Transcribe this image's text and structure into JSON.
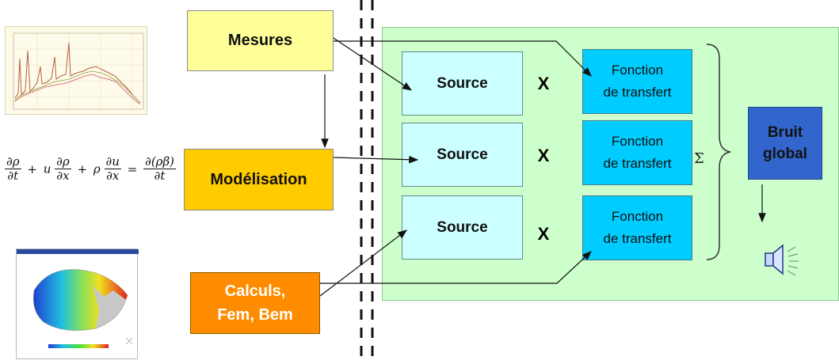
{
  "boxes": {
    "mesures": "Mesures",
    "modelisation": "Modélisation",
    "calculs_line1": "Calculs,",
    "calculs_line2": "Fem, Bem"
  },
  "sources": [
    {
      "label": "Source"
    },
    {
      "label": "Source"
    },
    {
      "label": "Source"
    }
  ],
  "multiply_sign": "X",
  "transfer_functions": [
    {
      "line1": "Fonction",
      "line2": "de transfert"
    },
    {
      "line1": "Fonction",
      "line2": "de transfert"
    },
    {
      "line1": "Fonction",
      "line2": "de transfert"
    }
  ],
  "sigma": "Σ",
  "output": {
    "line1": "Bruit",
    "line2": "global"
  },
  "equation": {
    "t1_num": "∂ρ",
    "t1_den": "∂t",
    "plus1": "+",
    "u": "u",
    "t2_num": "∂ρ",
    "t2_den": "∂x",
    "plus2": "+",
    "rho": "ρ",
    "t3_num": "∂u",
    "t3_den": "∂x",
    "equals": "=",
    "t4_num": "∂(ρβ)",
    "t4_den": "∂t"
  },
  "icons": {
    "speaker": "speaker-icon",
    "spectrum_plot": "spectrum-plot-icon",
    "fem_mesh": "fem-mesh-icon"
  },
  "colors": {
    "mesures": "#ffff99",
    "modelisation": "#ffcc00",
    "calculs": "#ff8c00",
    "source": "#ccffff",
    "transfer": "#00ccff",
    "bruit_global": "#3366cc",
    "zone": "#ccffcc"
  }
}
